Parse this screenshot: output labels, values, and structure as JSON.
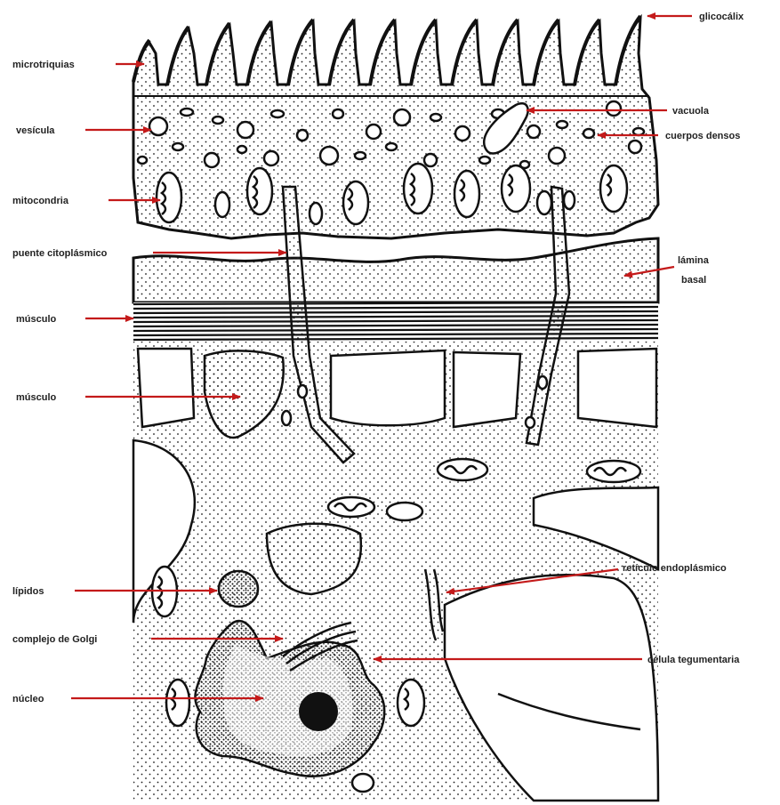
{
  "colors": {
    "arrow": "#c41a1a",
    "ink": "#111111",
    "stipple": "#1a1a1a",
    "background": "#ffffff"
  },
  "labels": {
    "glicocalix": "glicocálix",
    "microtriquias": "microtriquias",
    "vacuola": "vacuola",
    "vesicula": "vesícula",
    "cuerpos_densos": "cuerpos densos",
    "mitocondria": "mitocondria",
    "puente_citoplasmico": "puente citoplásmico",
    "lamina_basal_1": "lámina",
    "lamina_basal_2": "basal",
    "musculo_1": "músculo",
    "musculo_2": "músculo",
    "reticulo_endoplasmico": "retículo endoplásmico",
    "lipidos": "lípidos",
    "complejo_golgi": "complejo de Golgi",
    "celula_tegumentaria": "célula tegumentaria",
    "nucleo": "núcleo"
  }
}
